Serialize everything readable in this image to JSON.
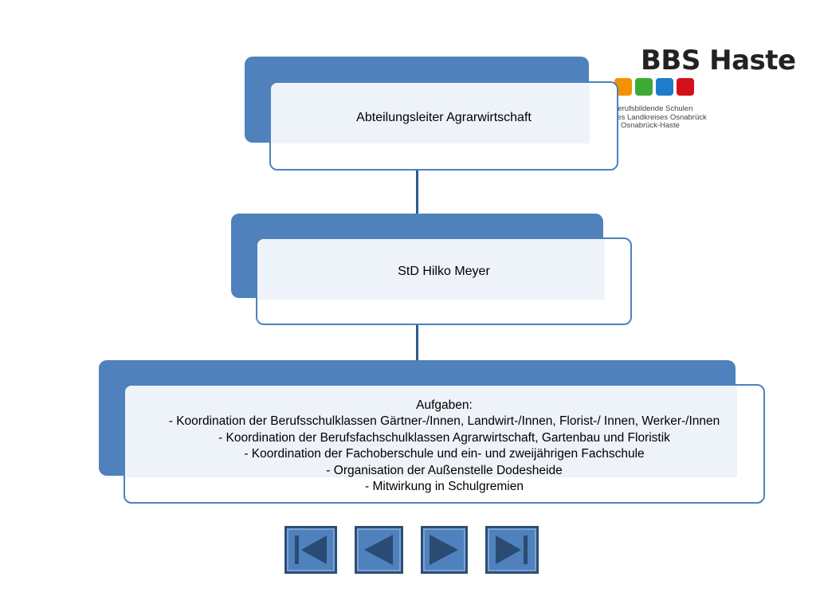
{
  "logo": {
    "brand": "BBS Haste",
    "subtitle_lines": [
      "Berufsbildende Schulen",
      "des Landkreises Osnabrück",
      "in Osnabrück-Haste"
    ],
    "square_colors": [
      "#f39200",
      "#3daa35",
      "#1d7ccc",
      "#d4101a"
    ]
  },
  "org": {
    "level1": {
      "text": "Abteilungsleiter Agrarwirtschaft"
    },
    "level2": {
      "text": "StD Hilko Meyer"
    },
    "level3": {
      "lines": [
        "Aufgaben:",
        "- Koordination der Berufsschulklassen Gärtner-/Innen, Landwirt-/Innen, Florist-/ Innen, Werker-/Innen",
        "- Koordination der Berufsfachschulklassen Agrarwirtschaft, Gartenbau und Floristik",
        "- Koordination der Fachoberschule und ein- und zweijährigen Fachschule",
        "- Organisation der Außenstelle Dodesheide",
        "- Mitwirkung in Schulgremien"
      ]
    }
  },
  "colors": {
    "box_fill": "#4f81bd",
    "box_border": "#4f81bd",
    "connector": "#2e5b86",
    "button_fill": "#4f81bd",
    "button_border": "#2d4e74"
  },
  "nav": {
    "buttons": [
      {
        "icon": "skip-first-icon"
      },
      {
        "icon": "previous-icon"
      },
      {
        "icon": "next-icon"
      },
      {
        "icon": "skip-last-icon"
      }
    ]
  }
}
